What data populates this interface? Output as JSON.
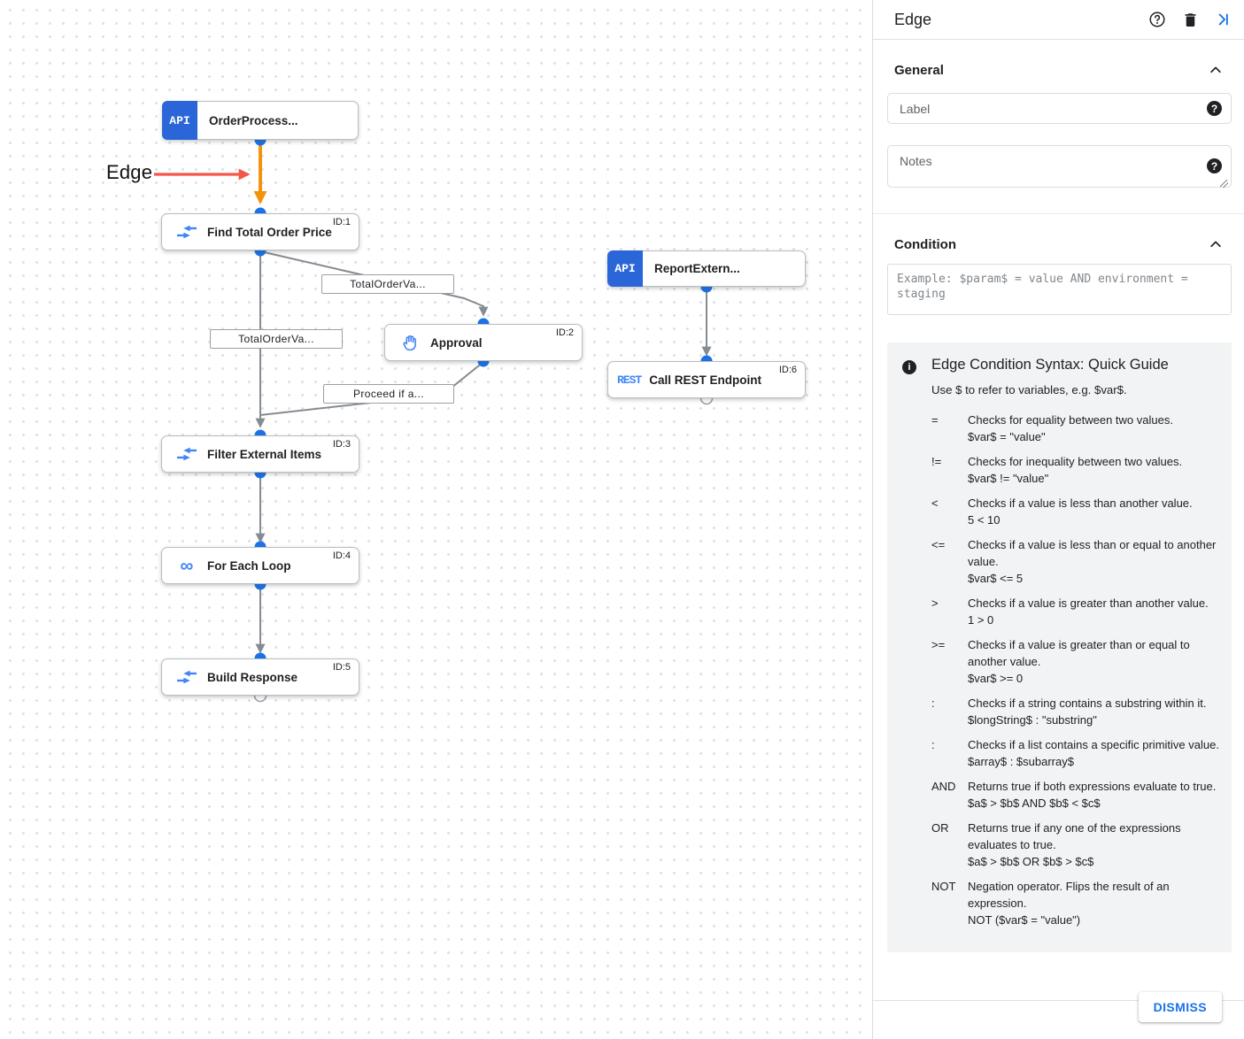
{
  "canvas": {
    "edge_annotation": "Edge",
    "nodes": [
      {
        "title": "OrderProcess...",
        "id_label": "",
        "icon": "api"
      },
      {
        "title": "Find Total Order Price",
        "id_label": "ID:1",
        "icon": "data-mapping"
      },
      {
        "title": "Approval",
        "id_label": "ID:2",
        "icon": "hand"
      },
      {
        "title": "Filter External Items",
        "id_label": "ID:3",
        "icon": "data-mapping"
      },
      {
        "title": "For Each Loop",
        "id_label": "ID:4",
        "icon": "loop"
      },
      {
        "title": "Build Response",
        "id_label": "ID:5",
        "icon": "data-mapping"
      },
      {
        "title": "ReportExtern...",
        "id_label": "",
        "icon": "api"
      },
      {
        "title": "Call REST Endpoint",
        "id_label": "ID:6",
        "icon": "rest"
      }
    ],
    "badges": {
      "api": "API",
      "rest": "REST"
    },
    "edge_labels": [
      "TotalOrderVa...",
      "TotalOrderVa...",
      "Proceed if a..."
    ]
  },
  "panel": {
    "title": "Edge",
    "general": {
      "heading": "General",
      "label_placeholder": "Label",
      "notes_placeholder": "Notes"
    },
    "condition": {
      "heading": "Condition",
      "placeholder": "Example: $param$ = value AND environment = staging"
    },
    "guide": {
      "title": "Edge Condition Syntax: Quick Guide",
      "intro": "Use $ to refer to variables, e.g. $var$.",
      "rows": [
        {
          "op": "=",
          "desc": "Checks for equality between two values.",
          "example": "$var$ = \"value\""
        },
        {
          "op": "!=",
          "desc": "Checks for inequality between two values.",
          "example": "$var$ != \"value\""
        },
        {
          "op": "<",
          "desc": "Checks if a value is less than another value.",
          "example": "5 < 10"
        },
        {
          "op": "<=",
          "desc": "Checks if a value is less than or equal to another value.",
          "example": "$var$ <= 5"
        },
        {
          "op": ">",
          "desc": "Checks if a value is greater than another value.",
          "example": "1 > 0"
        },
        {
          "op": ">=",
          "desc": "Checks if a value is greater than or equal to another value.",
          "example": "$var$ >= 0"
        },
        {
          "op": ":",
          "desc": "Checks if a string contains a substring within it.",
          "example": "$longString$ : \"substring\""
        },
        {
          "op": ":",
          "desc": "Checks if a list contains a specific primitive value.",
          "example": "$array$ : $subarray$"
        },
        {
          "op": "AND",
          "desc": "Returns true if both expressions evaluate to true.",
          "example": "$a$ > $b$ AND $b$ < $c$"
        },
        {
          "op": "OR",
          "desc": "Returns true if any one of the expressions evaluates to true.",
          "example": "$a$ > $b$ OR $b$ > $c$"
        },
        {
          "op": "NOT",
          "desc": "Negation operator. Flips the result of an expression.",
          "example": "NOT ($var$ = \"value\")"
        }
      ]
    },
    "dismiss_label": "DISMISS"
  },
  "colors": {
    "accent_blue": "#1a73e8",
    "node_icon_blue": "#4285f4",
    "api_badge_blue": "#2b66d9",
    "selected_edge_orange": "#f2930d",
    "annotation_red": "#f4564a",
    "edge_gray": "#868b92",
    "guide_bg": "#f1f3f4"
  }
}
